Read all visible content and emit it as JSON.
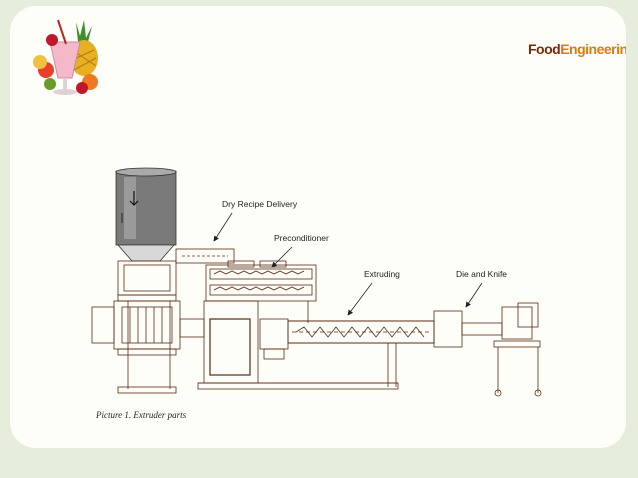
{
  "brand": {
    "part1": "Food",
    "part2": "Engineering"
  },
  "diagram": {
    "labels": {
      "dry_recipe": "Dry Recipe Delivery",
      "preconditioner": "Preconditioner",
      "extruding": "Extruding",
      "die_knife": "Die and Knife"
    }
  },
  "caption": "Picture 1. Extruder parts",
  "colors": {
    "outline": "#5a2a14",
    "accent": "#e07a10",
    "background": "#e7eddc"
  },
  "icons": {
    "logo": "fruit-smoothie-icon"
  }
}
